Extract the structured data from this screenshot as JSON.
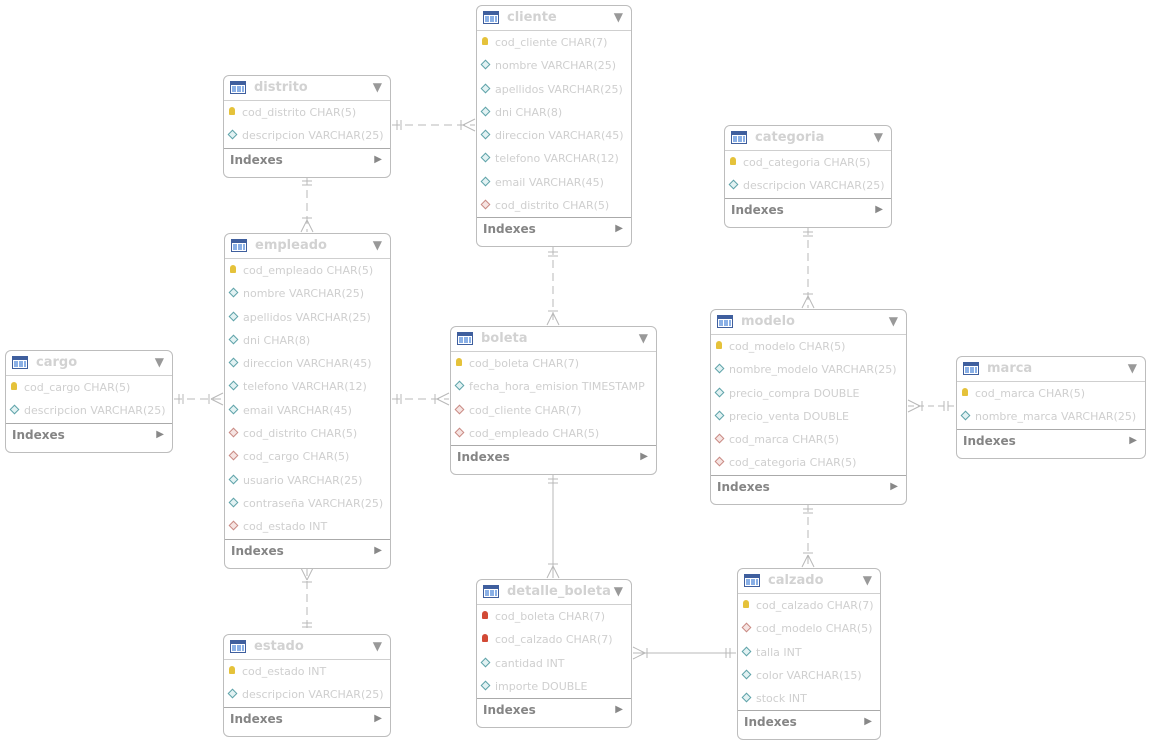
{
  "tables": [
    {
      "name": "cliente",
      "fields": [
        {
          "text": "cod_cliente CHAR(7)",
          "kind": "pk"
        },
        {
          "text": "nombre VARCHAR(25)",
          "kind": "col"
        },
        {
          "text": "apellidos VARCHAR(25)",
          "kind": "col"
        },
        {
          "text": "dni CHAR(8)",
          "kind": "col"
        },
        {
          "text": "direccion VARCHAR(45)",
          "kind": "col"
        },
        {
          "text": "telefono VARCHAR(12)",
          "kind": "col"
        },
        {
          "text": "email VARCHAR(45)",
          "kind": "col"
        },
        {
          "text": "cod_distrito CHAR(5)",
          "kind": "fk"
        }
      ],
      "indexes": "Indexes"
    },
    {
      "name": "distrito",
      "fields": [
        {
          "text": "cod_distrito CHAR(5)",
          "kind": "pk"
        },
        {
          "text": "descripcion VARCHAR(25)",
          "kind": "col"
        }
      ],
      "indexes": "Indexes"
    },
    {
      "name": "categoria",
      "fields": [
        {
          "text": "cod_categoria CHAR(5)",
          "kind": "pk"
        },
        {
          "text": "descripcion VARCHAR(25)",
          "kind": "col"
        }
      ],
      "indexes": "Indexes"
    },
    {
      "name": "empleado",
      "fields": [
        {
          "text": "cod_empleado CHAR(5)",
          "kind": "pk"
        },
        {
          "text": "nombre VARCHAR(25)",
          "kind": "col"
        },
        {
          "text": "apellidos VARCHAR(25)",
          "kind": "col"
        },
        {
          "text": "dni CHAR(8)",
          "kind": "col"
        },
        {
          "text": "direccion VARCHAR(45)",
          "kind": "col"
        },
        {
          "text": "telefono VARCHAR(12)",
          "kind": "col"
        },
        {
          "text": "email VARCHAR(45)",
          "kind": "col"
        },
        {
          "text": "cod_distrito CHAR(5)",
          "kind": "fk"
        },
        {
          "text": "cod_cargo CHAR(5)",
          "kind": "fk"
        },
        {
          "text": "usuario VARCHAR(25)",
          "kind": "col"
        },
        {
          "text": "contraseña VARCHAR(25)",
          "kind": "col"
        },
        {
          "text": "cod_estado INT",
          "kind": "fk"
        }
      ],
      "indexes": "Indexes"
    },
    {
      "name": "cargo",
      "fields": [
        {
          "text": "cod_cargo CHAR(5)",
          "kind": "pk"
        },
        {
          "text": "descripcion VARCHAR(25)",
          "kind": "col"
        }
      ],
      "indexes": "Indexes"
    },
    {
      "name": "boleta",
      "fields": [
        {
          "text": "cod_boleta CHAR(7)",
          "kind": "pk"
        },
        {
          "text": "fecha_hora_emision TIMESTAMP",
          "kind": "col"
        },
        {
          "text": "cod_cliente CHAR(7)",
          "kind": "fk"
        },
        {
          "text": "cod_empleado CHAR(5)",
          "kind": "fk"
        }
      ],
      "indexes": "Indexes"
    },
    {
      "name": "modelo",
      "fields": [
        {
          "text": "cod_modelo CHAR(5)",
          "kind": "pk"
        },
        {
          "text": "nombre_modelo VARCHAR(25)",
          "kind": "col"
        },
        {
          "text": "precio_compra DOUBLE",
          "kind": "col"
        },
        {
          "text": "precio_venta DOUBLE",
          "kind": "col"
        },
        {
          "text": "cod_marca CHAR(5)",
          "kind": "fk"
        },
        {
          "text": "cod_categoria CHAR(5)",
          "kind": "fk"
        }
      ],
      "indexes": "Indexes"
    },
    {
      "name": "marca",
      "fields": [
        {
          "text": "cod_marca CHAR(5)",
          "kind": "pk"
        },
        {
          "text": "nombre_marca VARCHAR(25)",
          "kind": "col"
        }
      ],
      "indexes": "Indexes"
    },
    {
      "name": "detalle_boleta",
      "fields": [
        {
          "text": "cod_boleta CHAR(7)",
          "kind": "pk-fk"
        },
        {
          "text": "cod_calzado CHAR(7)",
          "kind": "pk-fk"
        },
        {
          "text": "cantidad INT",
          "kind": "col"
        },
        {
          "text": "importe DOUBLE",
          "kind": "col"
        }
      ],
      "indexes": "Indexes"
    },
    {
      "name": "calzado",
      "fields": [
        {
          "text": "cod_calzado CHAR(7)",
          "kind": "pk"
        },
        {
          "text": "cod_modelo CHAR(5)",
          "kind": "fk"
        },
        {
          "text": "talla INT",
          "kind": "col"
        },
        {
          "text": "color VARCHAR(15)",
          "kind": "col"
        },
        {
          "text": "stock INT",
          "kind": "col"
        }
      ],
      "indexes": "Indexes"
    },
    {
      "name": "estado",
      "fields": [
        {
          "text": "cod_estado INT",
          "kind": "pk"
        },
        {
          "text": "descripcion VARCHAR(25)",
          "kind": "col"
        }
      ],
      "indexes": "Indexes"
    }
  ]
}
